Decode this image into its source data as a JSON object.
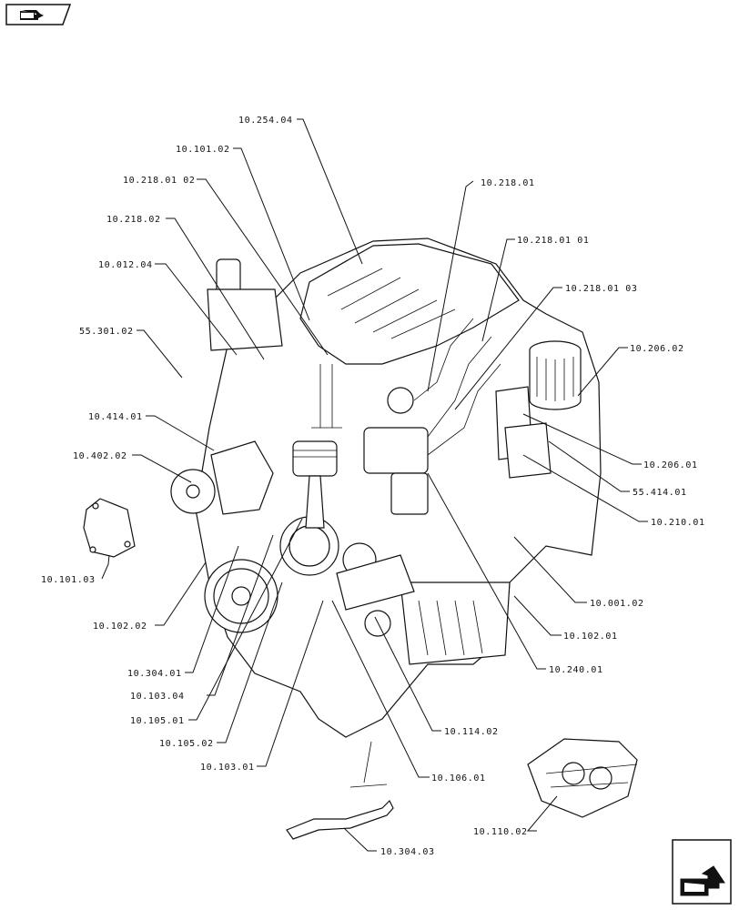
{
  "navigation": {
    "back_icon": "book-arrow-icon",
    "next_icon": "next-page-arrow-icon"
  },
  "callouts": [
    {
      "id": "c1",
      "label": "10.254.04"
    },
    {
      "id": "c2",
      "label": "10.101.02"
    },
    {
      "id": "c3",
      "label": "10.218.01 02"
    },
    {
      "id": "c4",
      "label": "10.218.01"
    },
    {
      "id": "c5",
      "label": "10.218.02"
    },
    {
      "id": "c6",
      "label": "10.218.01 01"
    },
    {
      "id": "c7",
      "label": "10.012.04"
    },
    {
      "id": "c8",
      "label": "10.218.01 03"
    },
    {
      "id": "c9",
      "label": "55.301.02"
    },
    {
      "id": "c10",
      "label": "10.206.02"
    },
    {
      "id": "c11",
      "label": "10.414.01"
    },
    {
      "id": "c12",
      "label": "10.206.01"
    },
    {
      "id": "c13",
      "label": "10.402.02"
    },
    {
      "id": "c14",
      "label": "55.414.01"
    },
    {
      "id": "c15",
      "label": "10.210.01"
    },
    {
      "id": "c16",
      "label": "10.101.03"
    },
    {
      "id": "c17",
      "label": "10.001.02"
    },
    {
      "id": "c18",
      "label": "10.102.02"
    },
    {
      "id": "c19",
      "label": "10.102.01"
    },
    {
      "id": "c20",
      "label": "10.240.01"
    },
    {
      "id": "c21",
      "label": "10.304.01"
    },
    {
      "id": "c22",
      "label": "10.103.04"
    },
    {
      "id": "c23",
      "label": "10.105.01"
    },
    {
      "id": "c24",
      "label": "10.114.02"
    },
    {
      "id": "c25",
      "label": "10.105.02"
    },
    {
      "id": "c26",
      "label": "10.103.01"
    },
    {
      "id": "c27",
      "label": "10.106.01"
    },
    {
      "id": "c28",
      "label": "10.110.02"
    },
    {
      "id": "c29",
      "label": "10.304.03"
    }
  ]
}
